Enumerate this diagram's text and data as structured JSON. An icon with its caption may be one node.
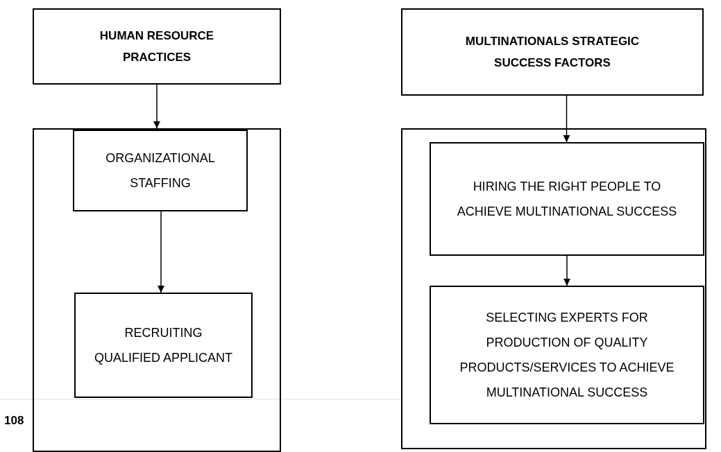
{
  "diagram": {
    "nodes": [
      {
        "text": [
          "HUMAN RESOURCE PRACTICES"
        ]
      },
      {
        "text": [],
        "shape": "box"
      },
      {
        "text": [
          "ORGANIZATIONAL STAFFING"
        ],
        "in": 1
      },
      {
        "text": [
          "RECRUITING QUALIFIED APPLICANT"
        ],
        "in": 1
      },
      {
        "text": [
          "MULTINATIONALS STRATEGIC SUCCESS FACTORS"
        ]
      },
      {
        "text": [],
        "shape": "box"
      },
      {
        "text": [
          "HIRING THE RIGHT PEOPLE TO ACHIEVE MULTINATIONAL SUCCESS"
        ],
        "in": 5
      },
      {
        "text": [
          "SELECTING EXPERTS FOR PRODUCTION OF QUALITY PRODUCTS/SERVICES TO ACHIEVE MULTINATIONAL SUCCESS"
        ],
        "in": 5
      }
    ],
    "edges": [
      {
        "from": 0,
        "to": 1,
        "arrow": "to"
      },
      {
        "from": 2,
        "to": 3,
        "arrow": "to"
      },
      {
        "from": 4,
        "to": 6,
        "arrow": "to"
      },
      {
        "from": 6,
        "to": 7,
        "arrow": "to"
      }
    ],
    "labels": [
      "108"
    ]
  }
}
